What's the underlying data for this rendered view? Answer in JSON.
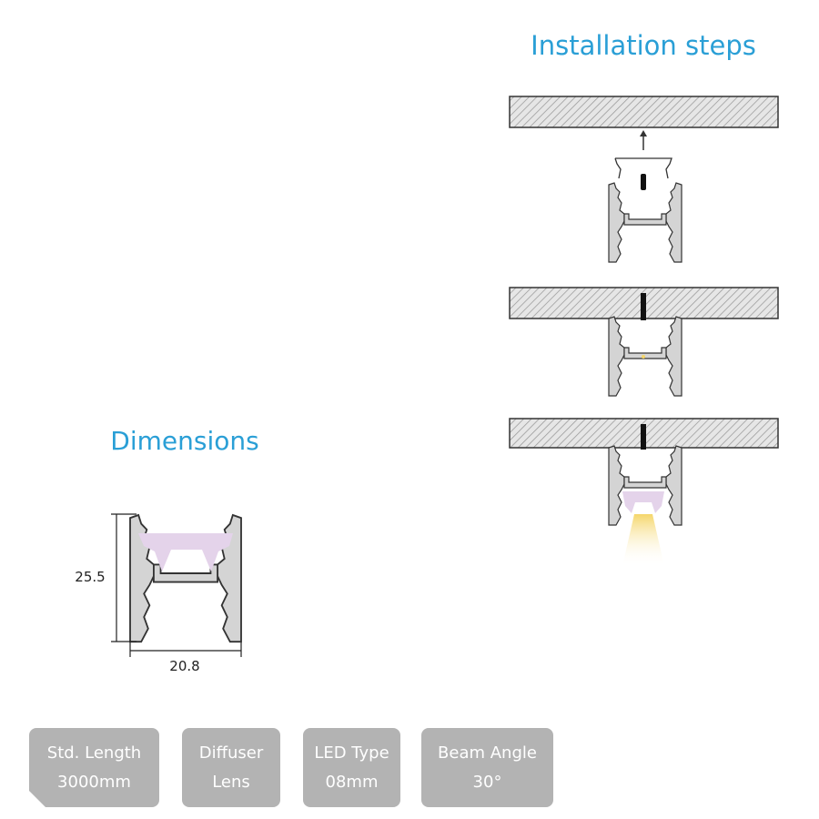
{
  "installation": {
    "title": "Installation steps"
  },
  "dimensions": {
    "title": "Dimensions",
    "height_label": "25.5",
    "width_label": "20.8"
  },
  "specs": [
    {
      "label": "Std. Length",
      "value": "3000mm"
    },
    {
      "label": "Diffuser",
      "value": "Lens"
    },
    {
      "label": "LED Type",
      "value": "08mm"
    },
    {
      "label": "Beam Angle",
      "value": "30°"
    }
  ],
  "colors": {
    "accent": "#2a9fd6",
    "badge": "#b3b3b3",
    "lens": "#e4d3ea",
    "light": "#f7e39a"
  }
}
